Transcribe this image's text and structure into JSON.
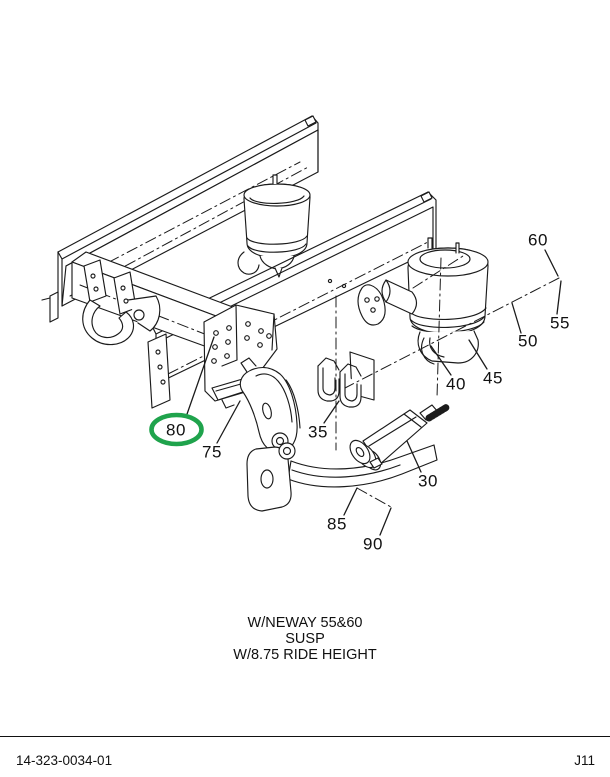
{
  "callouts": [
    {
      "label": "60"
    },
    {
      "label": "55"
    },
    {
      "label": "50"
    },
    {
      "label": "45"
    },
    {
      "label": "40"
    },
    {
      "label": "35"
    },
    {
      "label": "30"
    },
    {
      "label": "75"
    },
    {
      "label": "80"
    },
    {
      "label": "85"
    },
    {
      "label": "90"
    }
  ],
  "highlight": {
    "circled_callout": "80",
    "color": "#1fa34c"
  },
  "caption": {
    "lines": [
      "W/NEWAY 55&60",
      "SUSP",
      "W/8.75 RIDE HEIGHT"
    ]
  },
  "footer": {
    "left": "14-323-0034-01",
    "right": "J11"
  }
}
